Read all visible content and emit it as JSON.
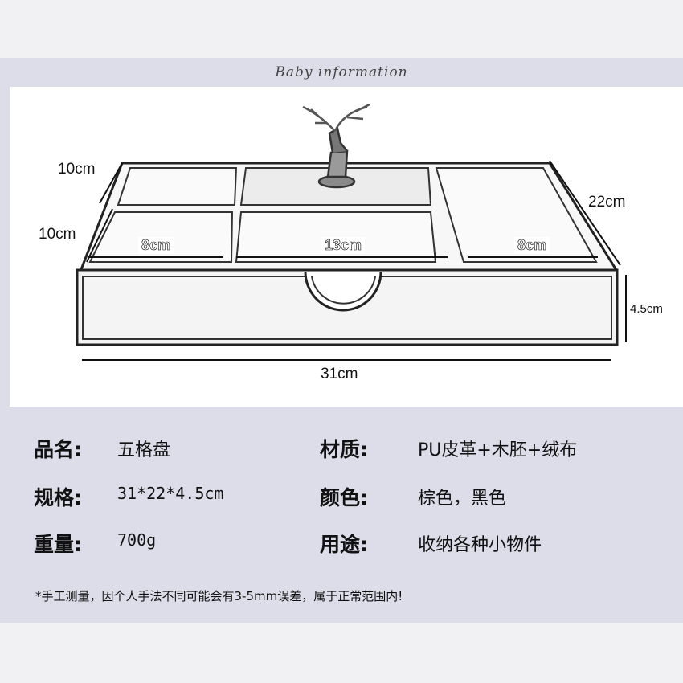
{
  "caption": "Baby information",
  "dimensions": {
    "depth_left_top": "10cm",
    "depth_left_bottom": "10cm",
    "depth_right": "22cm",
    "height": "4.5cm",
    "width_total": "31cm",
    "cell_left": "8cm",
    "cell_middle": "13cm",
    "cell_right": "8cm"
  },
  "specs": [
    {
      "label": "品名:",
      "value": "五格盘"
    },
    {
      "label": "材质:",
      "value": "PU皮革+木胚+绒布"
    },
    {
      "label": "规格:",
      "value": "31*22*4.5cm"
    },
    {
      "label": "颜色:",
      "value": "棕色，黑色"
    },
    {
      "label": "重量:",
      "value": "700g"
    },
    {
      "label": "用途:",
      "value": "收纳各种小物件"
    }
  ],
  "note": "*手工测量，因个人手法不同可能会有3-5mm误差，属于正常范围内!"
}
